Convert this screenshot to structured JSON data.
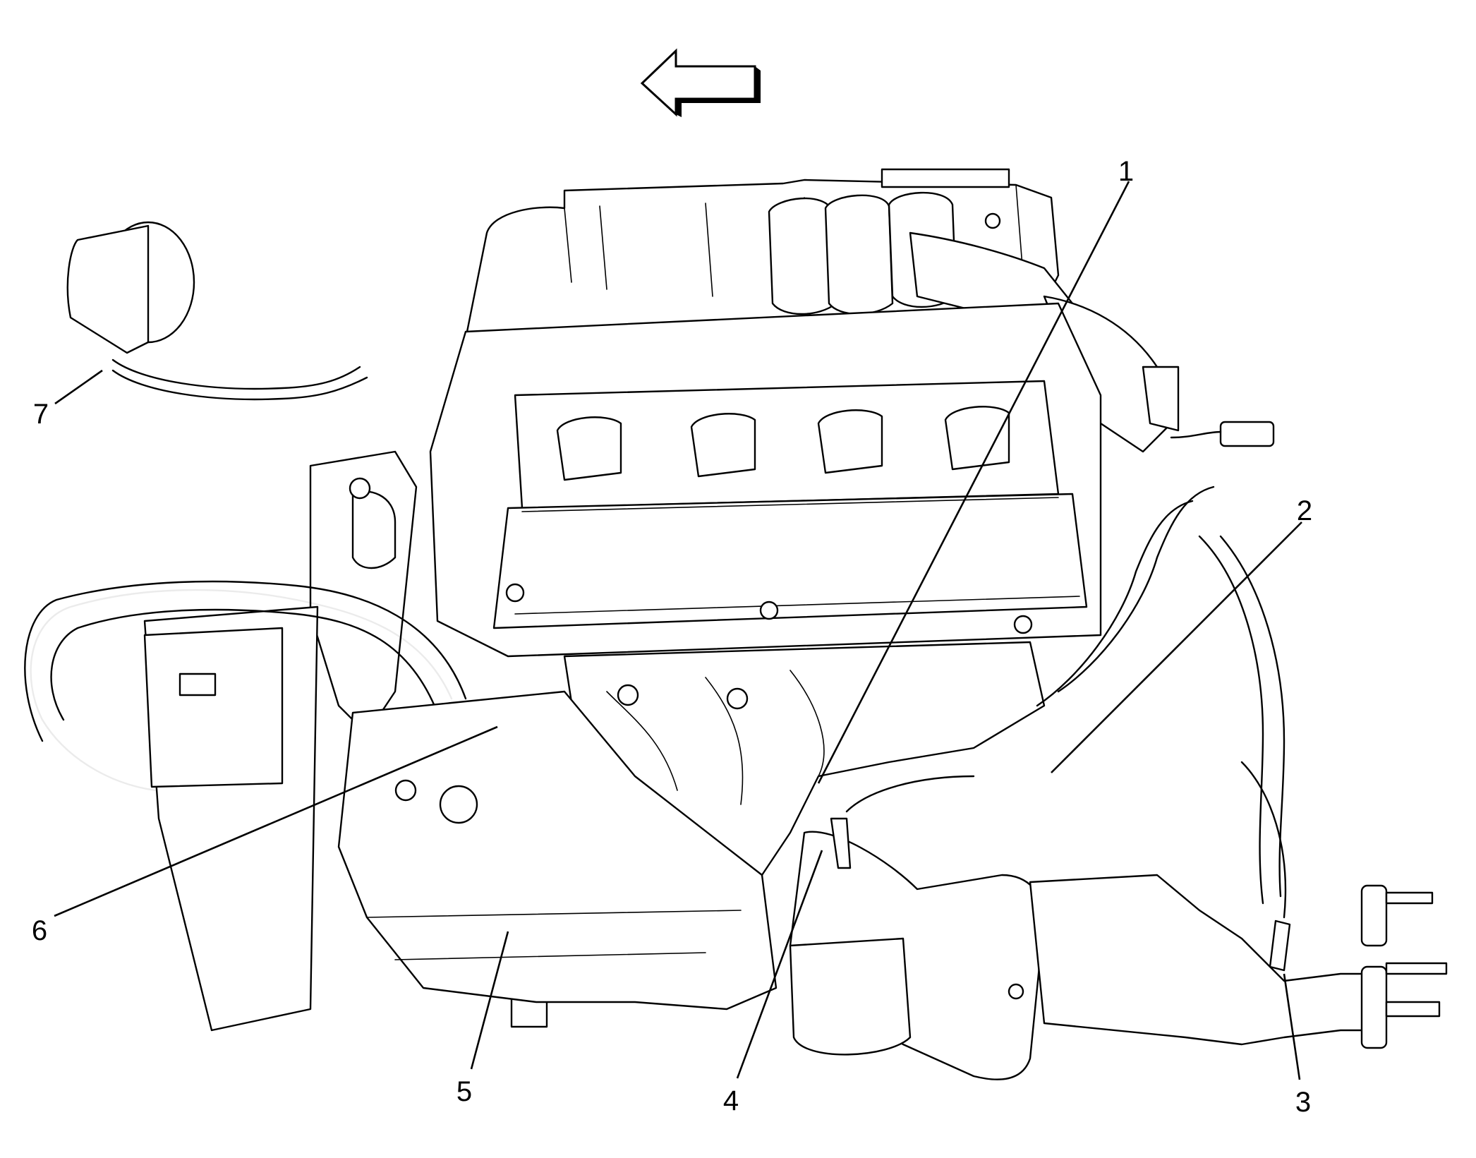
{
  "direction_arrow": {
    "icon": "left-arrow-icon"
  },
  "callouts": [
    {
      "number": "1"
    },
    {
      "number": "2"
    },
    {
      "number": "3"
    },
    {
      "number": "4"
    },
    {
      "number": "5"
    },
    {
      "number": "6"
    },
    {
      "number": "7"
    }
  ]
}
